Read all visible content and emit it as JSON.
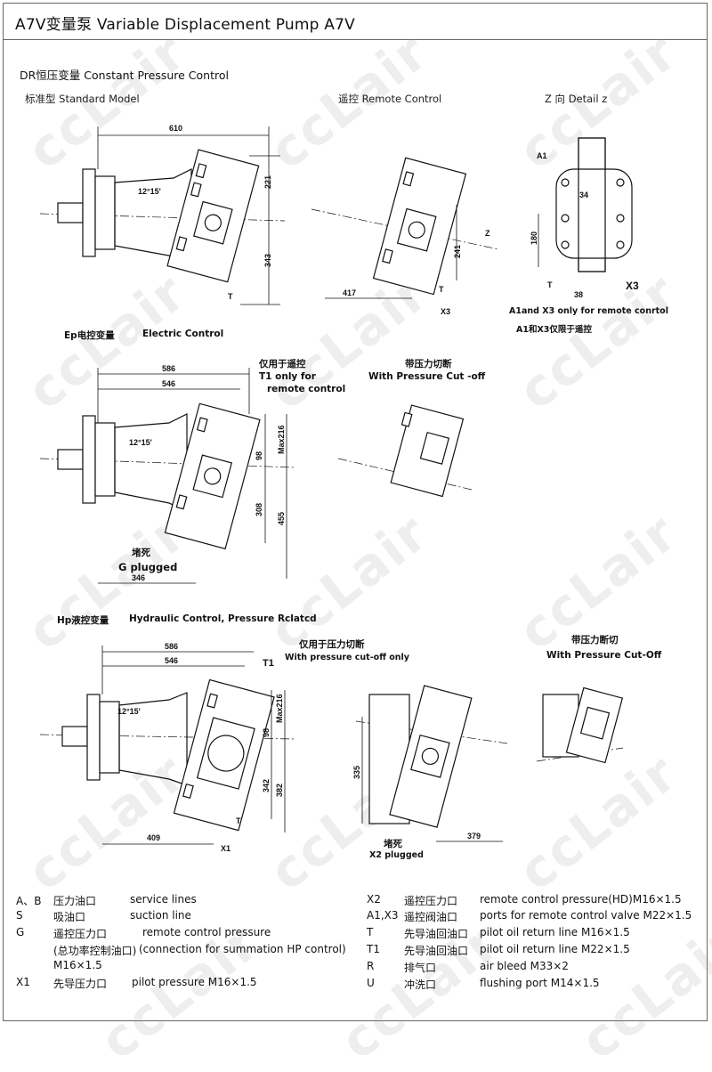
{
  "header": {
    "title": "A7V变量泵 Variable Displacement Pump A7V"
  },
  "watermark": "ccLair",
  "sections": {
    "dr": {
      "title": "DR恒压变量  Constant Pressure Control",
      "standard_label": "标准型 Standard Model",
      "remote_label": "遥控 Remote Control",
      "detail_label": "Z 向 Detail z",
      "dims_standard": [
        "610",
        "221",
        "343",
        "12°15'",
        "T"
      ],
      "dims_remote": [
        "241",
        "417",
        "Z",
        "T",
        "X3"
      ],
      "dims_detail": [
        "A1",
        "34",
        "180",
        "T",
        "38",
        "X3"
      ],
      "detail_note_en": "A1and X3 only for remote conrtol",
      "detail_note_cn": "A1和X3仅限于遥控"
    },
    "ep": {
      "title_cn": "Ep电控变量",
      "title_en": "Electric   Control",
      "remote_only_cn": "仅用于遥控",
      "remote_only_en_1": "T1  only for",
      "remote_only_en_2": "remote control",
      "cutoff_cn": "带压力切断",
      "cutoff_en": "With Pressure Cut -off",
      "dims": [
        "586",
        "546",
        "Max216",
        "98",
        "308",
        "455",
        "346",
        "12°15'"
      ],
      "plugged_cn": "堵死",
      "plugged_en": "G  plugged"
    },
    "hp": {
      "title_cn": "Hp液控变量",
      "title_en": "Hydraulic Control, Pressure Rclatcd",
      "cutoff_only_cn": "仅用于压力切断",
      "cutoff_only_en": "With pressure cut-off only",
      "cutoff_cn": "带压力断切",
      "cutoff_en": "With Pressure Cut-Off",
      "dims": [
        "586",
        "546",
        "T1",
        "Max216",
        "98",
        "342",
        "382",
        "409",
        "X1",
        "335",
        "379",
        "12°15'",
        "T"
      ],
      "plugged_cn": "堵死",
      "plugged_en": "X2  plugged"
    }
  },
  "legend_left": [
    {
      "code": "A、B",
      "cn": "压力油口",
      "en": "service lines"
    },
    {
      "code": "S",
      "cn": "吸油口",
      "en": "suction line"
    },
    {
      "code": "G",
      "cn": "遥控压力口",
      "en": "remote control pressure"
    },
    {
      "code": "",
      "cn": "(总功率控制油口)",
      "en": "(connection for summation HP control)"
    },
    {
      "code": "",
      "cn": "M16×1.5",
      "en": ""
    },
    {
      "code": "X1",
      "cn": "先导压力口",
      "en": "pilot pressure M16×1.5"
    }
  ],
  "legend_right": [
    {
      "code": "X2",
      "cn": "遥控压力口",
      "en": "remote control pressure(HD)M16×1.5"
    },
    {
      "code": "A1,X3",
      "cn": "遥控阀油口",
      "en": "ports for remote control valve M22×1.5"
    },
    {
      "code": "T",
      "cn": "先导油回油口",
      "en": "pilot oil return line M16×1.5"
    },
    {
      "code": "T1",
      "cn": "先导油回油口",
      "en": "pilot oil return line M22×1.5"
    },
    {
      "code": "R",
      "cn": "排气口",
      "en": "air bleed M33×2"
    },
    {
      "code": "U",
      "cn": "冲洗口",
      "en": "flushing port M14×1.5"
    }
  ]
}
